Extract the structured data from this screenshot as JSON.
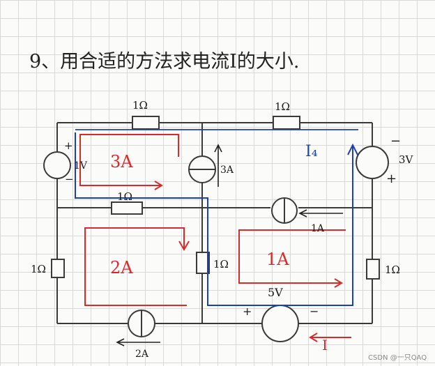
{
  "problem": {
    "title": "9、用合适的方法求电流I的大小."
  },
  "components": {
    "r_top_left": "1Ω",
    "r_top_right": "1Ω",
    "r_mid_left": "1Ω",
    "r_left": "1Ω",
    "r_center": "1Ω",
    "r_right": "1Ω",
    "v_left": "1V",
    "v_left_plus": "+",
    "v_left_minus": "−",
    "v_right": "3V",
    "v_right_minus": "−",
    "v_right_plus": "+",
    "v_bottom": "5V",
    "v_bottom_plus": "+",
    "v_bottom_minus": "−",
    "cs_mid": "3A",
    "cs_right": "1A",
    "cs_bottom": "2A"
  },
  "annotations": {
    "mesh_top_left": "3A",
    "mesh_bottom_left": "2A",
    "mesh_bottom_right": "1A",
    "loop_current": "I₄",
    "target_current": "I"
  },
  "watermark": "CSDN @一只QAQ",
  "colors": {
    "red": "#d62b2b",
    "blue": "#1f3fae",
    "wire": "#3a3a3a"
  }
}
